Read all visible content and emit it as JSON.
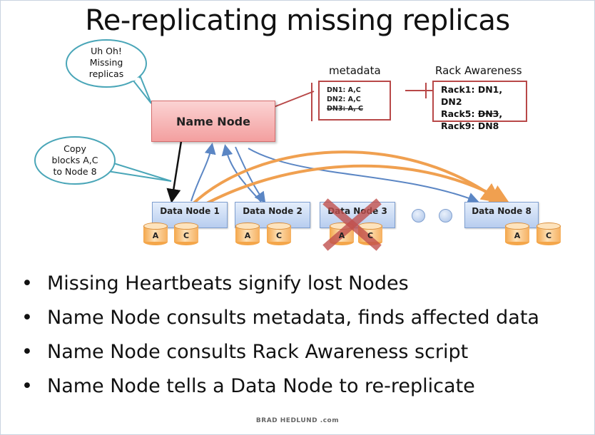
{
  "title": "Re-replicating missing replicas",
  "name_node": {
    "label": "Name Node"
  },
  "bubble_missing": {
    "lines": [
      "Uh Oh!",
      "Missing",
      "replicas"
    ]
  },
  "bubble_copy": {
    "lines": [
      "Copy",
      "blocks A,C",
      "to Node 8"
    ]
  },
  "metadata": {
    "heading": "metadata",
    "entries": [
      {
        "node": "DN1:",
        "blocks": "A,C",
        "struck": false
      },
      {
        "node": "DN2:",
        "blocks": "A,C",
        "struck": false
      },
      {
        "node": "DN3:",
        "blocks": "A, C",
        "struck": true
      }
    ]
  },
  "rack_awareness": {
    "heading": "Rack Awareness",
    "entries": [
      {
        "rack": "Rack1:",
        "nodes": "DN1, DN2",
        "struck_part": ""
      },
      {
        "rack": "Rack5:",
        "nodes": ",",
        "struck_part": "DN3"
      },
      {
        "rack": "Rack9:",
        "nodes": "DN8",
        "struck_part": ""
      }
    ]
  },
  "data_nodes": [
    {
      "label": "Data Node 1",
      "blocks": [
        "A",
        "C"
      ],
      "failed": false
    },
    {
      "label": "Data Node 2",
      "blocks": [
        "A",
        "C"
      ],
      "failed": false
    },
    {
      "label": "Data Node 3",
      "blocks": [
        "A",
        "C"
      ],
      "failed": true
    },
    {
      "label": "Data Node 8",
      "blocks": [
        "A",
        "C"
      ],
      "failed": false
    }
  ],
  "bullets": [
    "Missing Heartbeats signify lost Nodes",
    "Name Node consults metadata, finds affected data",
    "Name Node consults Rack Awareness script",
    "Name Node tells a Data Node to re-replicate"
  ],
  "footer": "BRAD HEDLUND .com",
  "colors": {
    "name_node": "#f39f9f",
    "data_node": "#b7cdef",
    "block": "#f4a64a",
    "red_x": "#c0504d",
    "blue_arrow": "#5b86c4",
    "orange_arrow": "#f0a050"
  }
}
